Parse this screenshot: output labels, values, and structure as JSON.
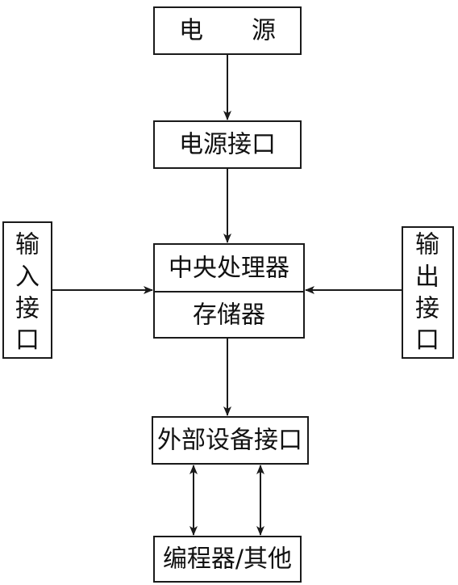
{
  "diagram": {
    "power": "电　　源",
    "power_interface": "电源接口",
    "cpu": "中央处理器",
    "memory": "存储器",
    "peripheral_interface": "外部设备接口",
    "programmer_other": "编程器/其他",
    "input_interface": [
      "输",
      "入",
      "接",
      "口"
    ],
    "output_interface": [
      "输",
      "出",
      "接",
      "口"
    ]
  }
}
